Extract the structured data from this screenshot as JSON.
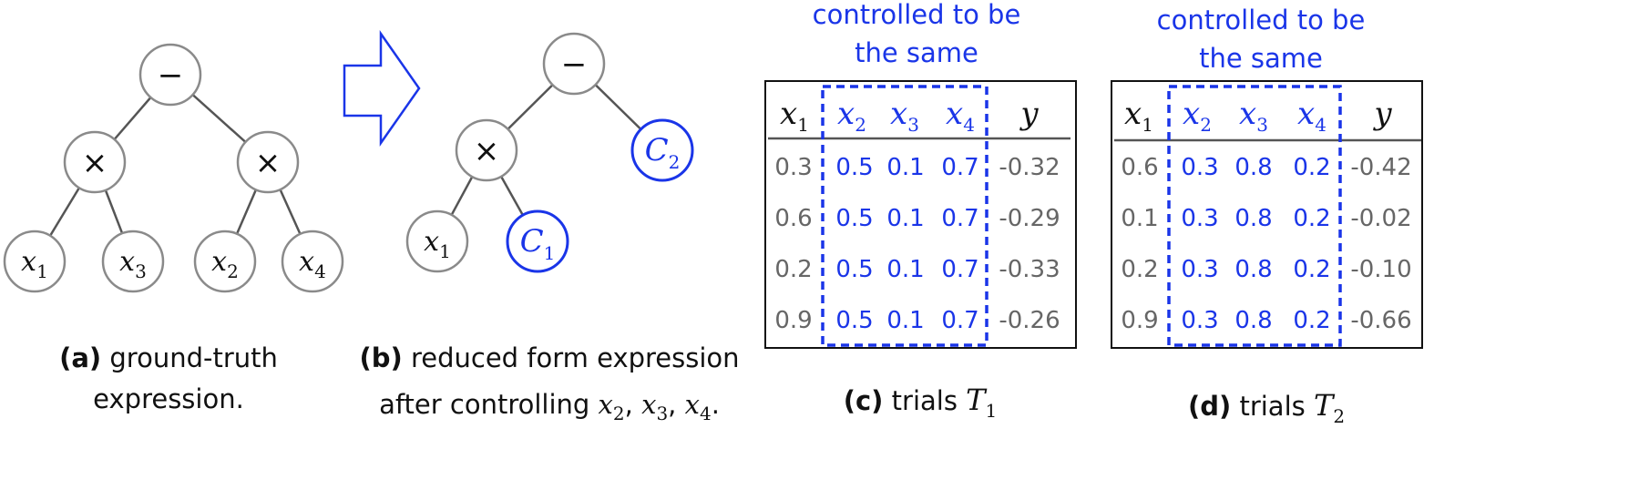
{
  "panel_a": {
    "nodes": {
      "root": "−",
      "left_mul": "×",
      "right_mul": "×",
      "leaf_x1": {
        "base": "x",
        "sub": "1"
      },
      "leaf_x3": {
        "base": "x",
        "sub": "3"
      },
      "leaf_x2": {
        "base": "x",
        "sub": "2"
      },
      "leaf_x4": {
        "base": "x",
        "sub": "4"
      }
    },
    "caption": {
      "label": "(a)",
      "line1": "ground-truth",
      "line2": "expression."
    }
  },
  "panel_b": {
    "nodes": {
      "root": "−",
      "mul": "×",
      "leaf_x1": {
        "base": "x",
        "sub": "1"
      },
      "c1": {
        "base": "C",
        "sub": "1"
      },
      "c2": {
        "base": "C",
        "sub": "2"
      }
    },
    "caption": {
      "label": "(b)",
      "line1": "reduced form expression",
      "line2_prefix": "after controlling ",
      "vars": [
        {
          "base": "x",
          "sub": "2"
        },
        {
          "base": "x",
          "sub": "3"
        },
        {
          "base": "x",
          "sub": "4"
        }
      ],
      "separator": ", ",
      "end": "."
    }
  },
  "panel_c": {
    "note_line1": "controlled to be",
    "note_line2": "the same",
    "headers": [
      {
        "base": "x",
        "sub": "1"
      },
      {
        "base": "x",
        "sub": "2"
      },
      {
        "base": "x",
        "sub": "3"
      },
      {
        "base": "x",
        "sub": "4"
      },
      {
        "base": "y",
        "sub": ""
      }
    ],
    "rows": [
      [
        "0.3",
        "0.5",
        "0.1",
        "0.7",
        "-0.32"
      ],
      [
        "0.6",
        "0.5",
        "0.1",
        "0.7",
        "-0.29"
      ],
      [
        "0.2",
        "0.5",
        "0.1",
        "0.7",
        "-0.33"
      ],
      [
        "0.9",
        "0.5",
        "0.1",
        "0.7",
        "-0.26"
      ]
    ],
    "caption": {
      "label": "(c)",
      "text": "trials ",
      "sym": {
        "base": "T",
        "sub": "1"
      }
    }
  },
  "panel_d": {
    "note_line1": "controlled to be",
    "note_line2": "the same",
    "headers": [
      {
        "base": "x",
        "sub": "1"
      },
      {
        "base": "x",
        "sub": "2"
      },
      {
        "base": "x",
        "sub": "3"
      },
      {
        "base": "x",
        "sub": "4"
      },
      {
        "base": "y",
        "sub": ""
      }
    ],
    "rows": [
      [
        "0.6",
        "0.3",
        "0.8",
        "0.2",
        "-0.42"
      ],
      [
        "0.1",
        "0.3",
        "0.8",
        "0.2",
        "-0.02"
      ],
      [
        "0.2",
        "0.3",
        "0.8",
        "0.2",
        "-0.10"
      ],
      [
        "0.9",
        "0.3",
        "0.8",
        "0.2",
        "-0.66"
      ]
    ],
    "caption": {
      "label": "(d)",
      "text": "trials ",
      "sym": {
        "base": "T",
        "sub": "2"
      }
    }
  },
  "colors": {
    "node_stroke": "#8a8a8a",
    "edge": "#555555",
    "blue": "#1a35e8",
    "text": "#111111",
    "gray_text": "#666666"
  }
}
